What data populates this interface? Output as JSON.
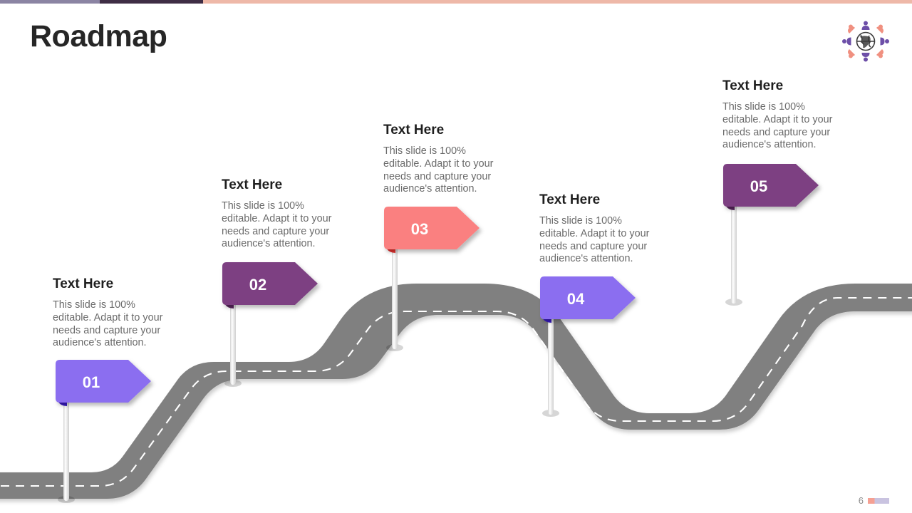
{
  "slide": {
    "title": "Roadmap",
    "page_number": "6",
    "background": "#ffffff"
  },
  "topbar": {
    "segments": [
      {
        "name": "muted-purple",
        "color": "#8b84a3"
      },
      {
        "name": "deep-plum",
        "color": "#3f2d45"
      },
      {
        "name": "soft-salmon",
        "color": "#eeb8a8"
      }
    ]
  },
  "logo": {
    "name": "globe-people-logo",
    "globe_color": "#3b3b3b",
    "accent_purple": "#6d4fa8",
    "accent_salmon": "#f09080"
  },
  "road": {
    "surface_color": "#808080",
    "center_line_color": "#ffffff",
    "pole_color": "#f2f2f2"
  },
  "body_text": "This slide is 100% editable. Adapt it to your needs and capture your audience's attention.",
  "milestones": [
    {
      "number": "01",
      "heading": "Text Here",
      "body": "This slide is 100% editable. Adapt it to your needs and capture your audience's attention.",
      "flag_color": "#8b6ef0",
      "fold_color": "#3a1bc4"
    },
    {
      "number": "02",
      "heading": "Text Here",
      "body": "This slide is 100% editable. Adapt it to your needs and capture your audience's attention.",
      "flag_color": "#7d3f82",
      "fold_color": "#5b2760"
    },
    {
      "number": "03",
      "heading": "Text Here",
      "body": "This slide is 100% editable. Adapt it to your needs and capture your audience's attention.",
      "flag_color": "#fa8080",
      "fold_color": "#e8312f"
    },
    {
      "number": "04",
      "heading": "Text Here",
      "body": "This slide is 100% editable. Adapt it to your needs and capture your audience's attention.",
      "flag_color": "#8b6ef0",
      "fold_color": "#3a1bc4"
    },
    {
      "number": "05",
      "heading": "Text Here",
      "body": "This slide is 100% editable. Adapt it to your needs and capture your audience's attention.",
      "flag_color": "#7d3f82",
      "fold_color": "#5b2760"
    }
  ]
}
